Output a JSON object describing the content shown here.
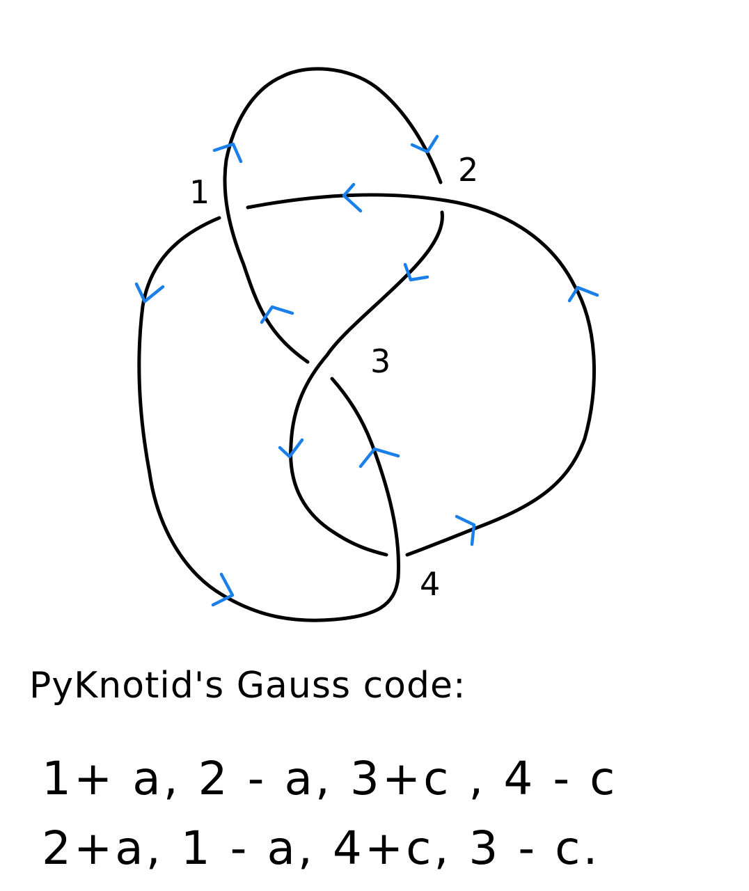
{
  "diagram": {
    "crossing_labels": [
      "1",
      "2",
      "3",
      "4"
    ],
    "stroke_color": "#000000",
    "arrow_color": "#1a7fe8"
  },
  "note": {
    "title": "PyKnotid's Gauss code:",
    "gauss_code": [
      "1+ a, 2 - a, 3+c , 4 - c",
      "2+a, 1 - a, 4+c, 3 - c."
    ]
  }
}
